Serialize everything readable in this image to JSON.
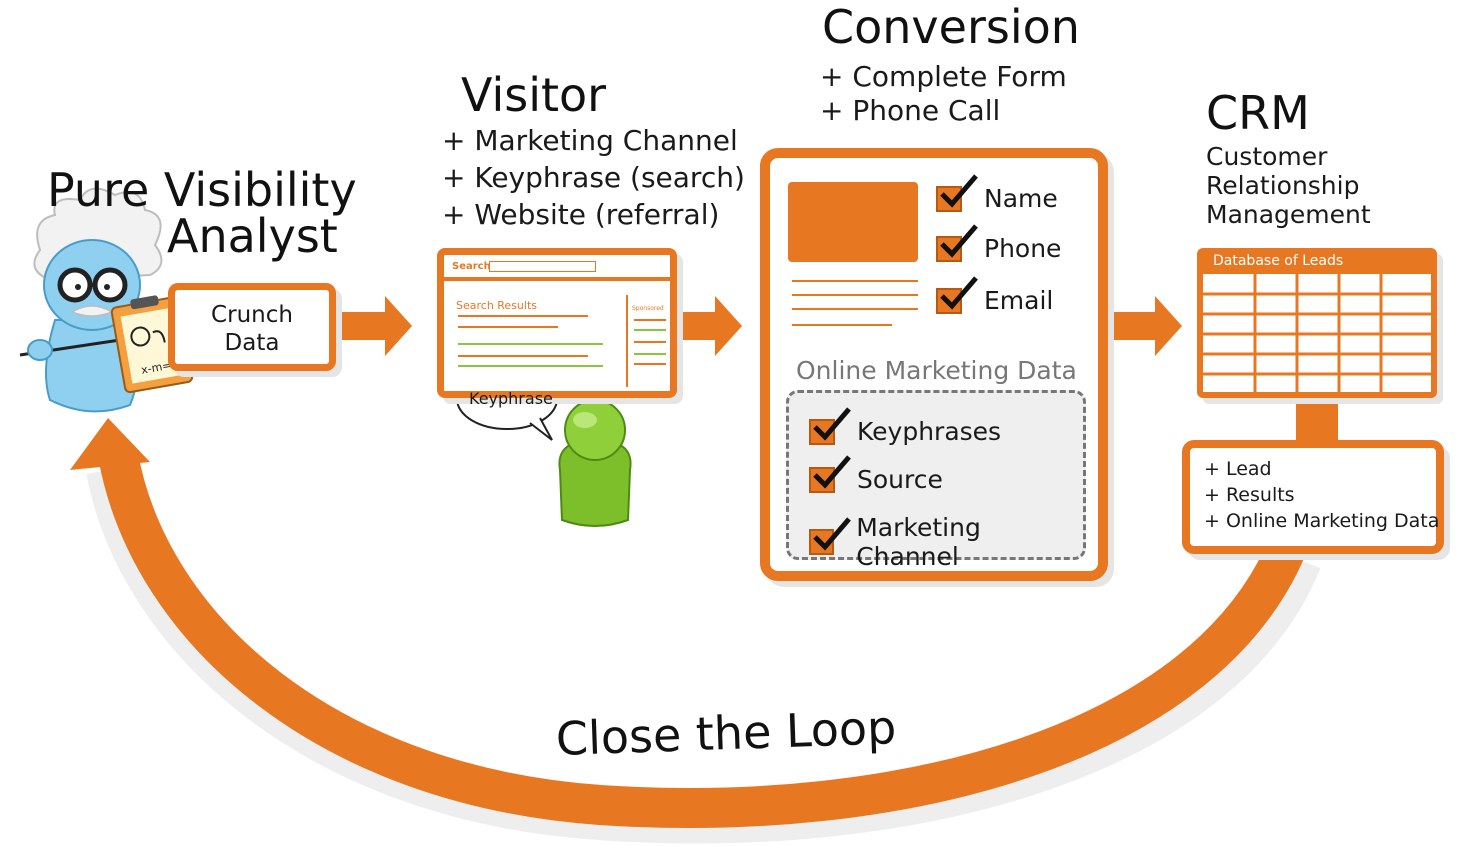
{
  "analyst": {
    "title_line1": "Pure Visibility",
    "title_line2": "Analyst",
    "box_line1": "Crunch",
    "box_line2": "Data",
    "clipboard_formula": "x-m=2"
  },
  "visitor": {
    "title": "Visitor",
    "bullets": [
      "+ Marketing Channel",
      "+ Keyphrase (search)",
      "+ Website (referral)"
    ],
    "search_label": "Search",
    "results_label": "Search Results",
    "sponsored_label": "Sponsored",
    "bubble_text": "Keyphrase"
  },
  "conversion": {
    "title": "Conversion",
    "bullets": [
      "+ Complete Form",
      "+ Phone Call"
    ],
    "fields": [
      "Name",
      "Phone",
      "Email"
    ],
    "data_heading": "Online Marketing Data",
    "data_items": [
      "Keyphrases",
      "Source",
      "Marketing Channel"
    ]
  },
  "crm": {
    "title": "CRM",
    "subtitle_lines": [
      "Customer",
      "Relationship",
      "Management"
    ],
    "db_label": "Database of Leads",
    "box_items": [
      "+ Lead",
      "+ Results",
      "+ Online Marketing Data"
    ]
  },
  "loop": {
    "label": "Close the Loop"
  },
  "colors": {
    "accent": "#e87722",
    "person_green": "#7dbf2a",
    "analyst_blue": "#8fd0f0",
    "shadow": "#e5e5e5"
  }
}
